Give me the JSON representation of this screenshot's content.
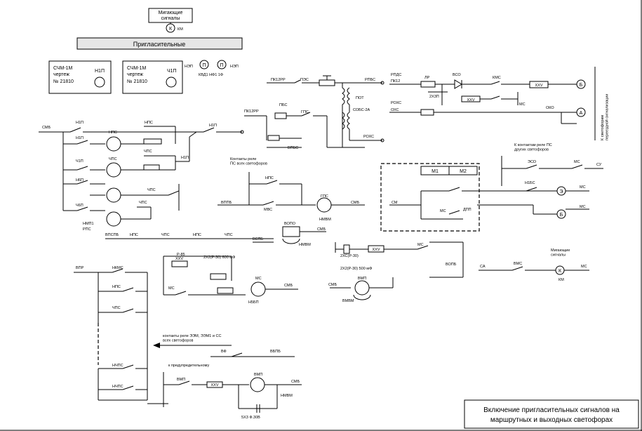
{
  "header": {
    "blinking_signals": "Мигающие\nсигналы",
    "k_symbol": "К",
    "k_label": "КМ",
    "invitational": "Пригласительные"
  },
  "panels": [
    {
      "line1": "СЧМ-1М",
      "line2": "чертеж",
      "line3": "№ 21810",
      "lamp": "Н1П"
    },
    {
      "line1": "СЧМ-1М",
      "line2": "чертеж",
      "line3": "№ 21810",
      "lamp": "Ч1П"
    }
  ],
  "top_signs": {
    "p1": "П",
    "p2": "П",
    "l1": "НЭП",
    "l2": "НЭП",
    "sub": "КВД1 НФ1 1Ф"
  },
  "labels": {
    "pk12pp_1": "ПК12РР",
    "pk12pp_2": "ПК12РР",
    "pos": "ПЭС",
    "rpbs": "РПБС",
    "rohs": "РОХС",
    "rpd": "РПДС",
    "pdk": "ПБС",
    "pot": "ПОТ",
    "coec": "СОБС-2А",
    "smb": "СМБ",
    "n1p": "Н1П",
    "ch1p": "Ч1П",
    "npc": "НПС",
    "chpc": "ЧПС",
    "n6p": "Н6П",
    "ch6p": "Ч6П",
    "contacts_ps": "Контакты реле\nПС всех светофоров",
    "vppb": "ВППБ",
    "mvs": "МВС",
    "smb2": "СМБ",
    "kvopo": "ВОПО",
    "pc": "ПС",
    "nmvm": "НМВМ",
    "to_contacts": "К контактам реле ПС\nдругих светофоров",
    "m1": "М1",
    "m2": "М2",
    "mc1": "МС",
    "mc2": "МС",
    "e": "Э",
    "b": "Б",
    "a": "А",
    "b2": "Б",
    "kmc": "КМС",
    "vpr": "ВПР",
    "vbpb": "ВБПБ",
    "blink": "Мигающие\nсигналы",
    "km": "КМ",
    "arrow_note": "контакты реле ЭЭМ, ЭЭМ1 и СС\nвсех светофоров",
    "from_neighbor": "к предупредительному",
    "vmp": "ВМП",
    "xxv": "XXV",
    "bmbm": "ВМВМ",
    "nmvm2": "НМВМ",
    "right_vertical": "К светофорам\nпереездной сигнализации"
  },
  "title_block": {
    "line1": "Включение пригласительных сигналов на",
    "line2": "маршрутных и выходных светофорах"
  }
}
